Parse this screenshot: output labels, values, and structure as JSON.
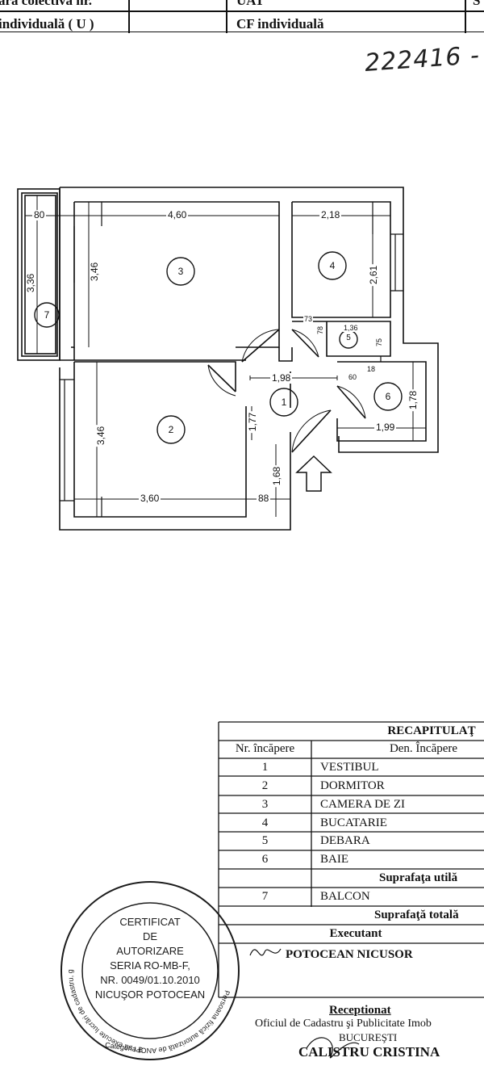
{
  "header": {
    "row1_col1": "ara colectivă nr.",
    "row1_col2": "UAT",
    "row1_col3": "S",
    "row2_col1": "individuală ( U )",
    "row2_col2": "CF individuală"
  },
  "handwritten_number": "222416 -",
  "floor_plan": {
    "rooms": [
      "1",
      "2",
      "3",
      "4",
      "5",
      "6",
      "7"
    ],
    "dimensions": {
      "balcony_width": "80",
      "balcony_height": "3,36",
      "room3_width": "4,60",
      "room3_height": "3,46",
      "room4_width": "2,18",
      "room4_height": "2,61",
      "hall_top": "73",
      "room5_left": "78",
      "room5_width": "1,36",
      "room5_right": "75",
      "hall_width": "1,98",
      "room6_a": "18",
      "room6_b": "60",
      "room6_height": "1,78",
      "room6_width": "1,99",
      "hall_mid": "1,77",
      "room2_height": "3,46",
      "room2_width": "3,60",
      "entrance_height": "1,68",
      "entrance_width": "88"
    }
  },
  "recap": {
    "title": "RECAPITULAŢ",
    "col1_header": "Nr. încăpere",
    "col2_header": "Den. Încăpere",
    "rows": [
      {
        "nr": "1",
        "name": "VESTIBUL"
      },
      {
        "nr": "2",
        "name": "DORMITOR"
      },
      {
        "nr": "3",
        "name": "CAMERA DE ZI"
      },
      {
        "nr": "4",
        "name": "BUCATARIE"
      },
      {
        "nr": "5",
        "name": "DEBARA"
      },
      {
        "nr": "6",
        "name": "BAIE"
      }
    ],
    "useful_label": "Suprafaţa  utilă",
    "balcony_row": {
      "nr": "7",
      "name": "BALCON"
    },
    "total_label": "Suprafaţă  totală",
    "executant_label": "Executant",
    "executant_name": "POTOCEAN  NICUSOR",
    "received_label": "Receptionat",
    "office": "Oficiul de Cadastru şi Publicitate Imob",
    "city": "BUCUREŞTI",
    "receiver": "CALISTRU CRISTINA"
  },
  "stamp": {
    "line1": "CERTIFICAT",
    "line2": "DE",
    "line3": "AUTORIZARE",
    "line4": "SERIA RO-MB-F,",
    "line5": "NR. 0049/01.10.2010",
    "line6": "NICUŞOR POTOCEAN",
    "ring_text": "Persoana fizică autorizată de ANCPI să execute lucrări de cadastru, geodezie şi cartografie",
    "category": "Categoria B"
  }
}
